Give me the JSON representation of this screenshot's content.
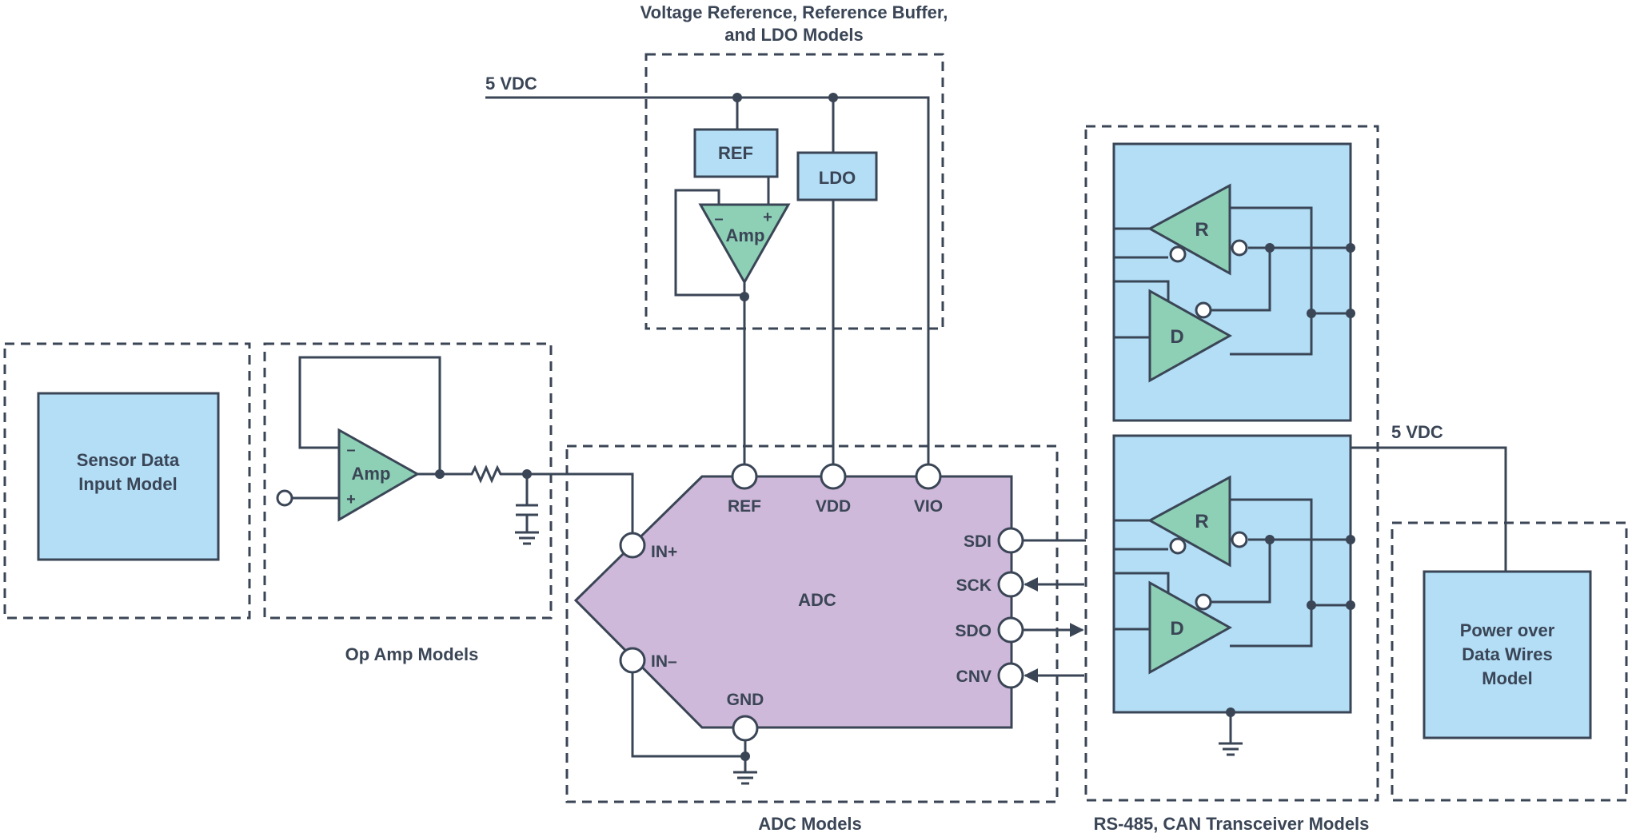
{
  "title_reference": {
    "line1": "Voltage Reference, Reference Buffer,",
    "line2": "and LDO Models"
  },
  "supply_top": "5 VDC",
  "supply_right": "5 VDC",
  "ref_block": "REF",
  "ldo_block": "LDO",
  "ref_amp": {
    "label": "Amp",
    "minus": "–",
    "plus": "+"
  },
  "sensor_block": {
    "line1": "Sensor Data",
    "line2": "Input Model"
  },
  "opamp": {
    "label": "Amp",
    "minus": "–",
    "plus": "+"
  },
  "opamp_caption": "Op Amp Models",
  "adc": {
    "label": "ADC",
    "pins": {
      "ref": "REF",
      "vdd": "VDD",
      "vio": "VIO",
      "in_plus": "IN+",
      "in_minus": "IN–",
      "gnd": "GND",
      "sdi": "SDI",
      "sck": "SCK",
      "sdo": "SDO",
      "cnv": "CNV"
    }
  },
  "adc_caption": "ADC Models",
  "transceiver": {
    "receiver": "R",
    "driver": "D"
  },
  "transceiver_caption": "RS-485, CAN Transceiver Models",
  "power_block": {
    "line1": "Power over",
    "line2": "Data Wires",
    "line3": "Model"
  },
  "colors": {
    "line": "#3a4556",
    "blue_block": "#b3def6",
    "green_amp": "#8ed0b5",
    "adc_purple": "#cfb9da"
  }
}
